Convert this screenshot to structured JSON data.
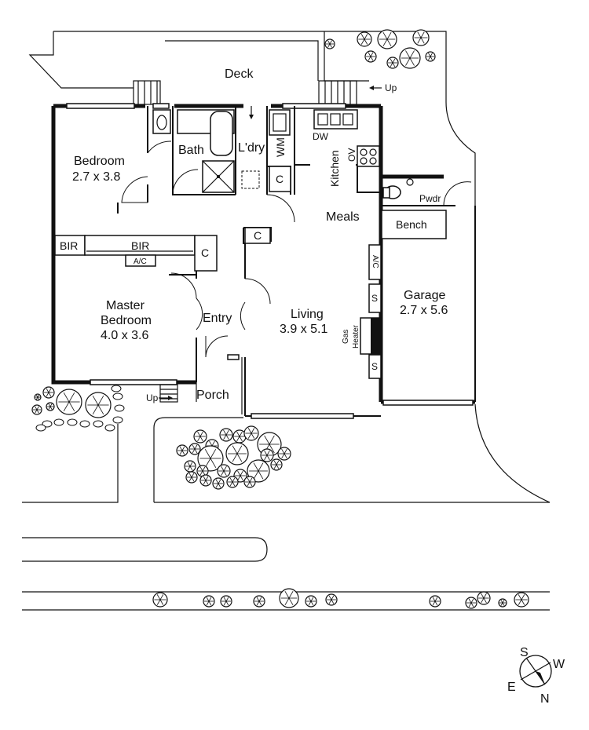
{
  "labels": {
    "deck": "Deck",
    "bedroom": "Bedroom",
    "bedroom_dim": "2.7 x 3.8",
    "bath": "Bath",
    "laundry": "L'dry",
    "wm": "WM",
    "c": "C",
    "dw": "DW",
    "kitchen": "Kitchen",
    "ov": "OV",
    "meals": "Meals",
    "pwdr": "Pwdr",
    "bench": "Bench",
    "bir": "BIR",
    "ac": "A/C",
    "master": "Master",
    "master2": "Bedroom",
    "master_dim": "4.0 x 3.6",
    "entry": "Entry",
    "living": "Living",
    "living_dim": "3.9 x 5.1",
    "gas": "Gas",
    "heater": "Heater",
    "s": "S",
    "garage": "Garage",
    "garage_dim": "2.7 x 5.6",
    "porch": "Porch",
    "up": "Up"
  },
  "compass": {
    "s": "S",
    "w": "W",
    "e": "E",
    "n": "N"
  }
}
